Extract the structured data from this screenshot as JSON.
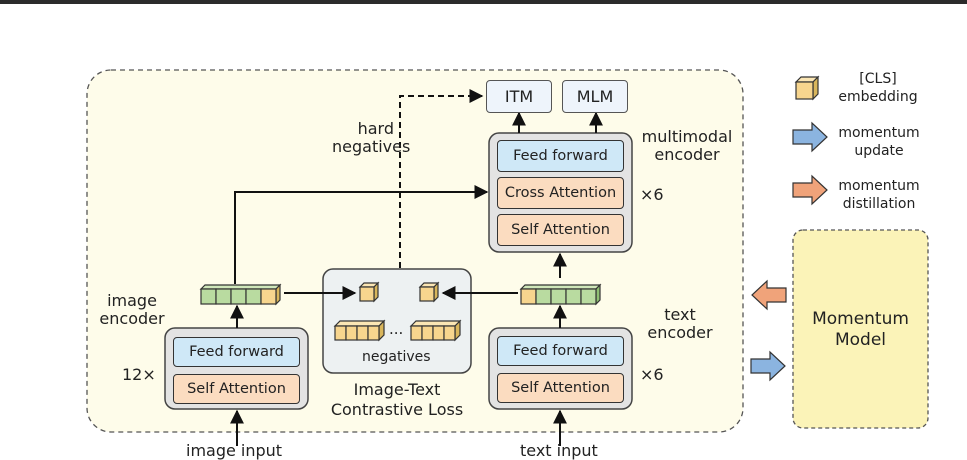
{
  "labels": {
    "itm": "ITM",
    "mlm": "MLM",
    "hard_negatives": "hard\nnegatives",
    "multimodal_encoder": "multimodal\nencoder",
    "multimodal_feed_forward": "Feed forward",
    "multimodal_cross_attention": "Cross Attention",
    "multimodal_self_attention": "Self Attention",
    "multimodal_repeat": "×6",
    "image_encoder": "image\nencoder",
    "image_repeat": "12×",
    "image_feed_forward": "Feed forward",
    "image_self_attention": "Self Attention",
    "image_input": "image input",
    "negatives": "negatives",
    "negatives_ellipsis": "...",
    "contrastive_loss": "Image-Text\nContrastive Loss",
    "text_encoder": "text\nencoder",
    "text_repeat": "×6",
    "text_feed_forward": "Feed forward",
    "text_self_attention": "Self Attention",
    "text_input": "text input",
    "momentum_model": "Momentum\nModel"
  },
  "legend": {
    "cls": "[CLS]\nembedding",
    "momentum_update": "momentum\nupdate",
    "momentum_distillation": "momentum\ndistillation"
  },
  "colors": {
    "feed_forward": "#cfe8f7",
    "attention": "#fbdcc0",
    "image_token": "#b9dba0",
    "cls_token": "#f7d58e",
    "main_panel": "#fefcea",
    "momentum_panel": "#fbf3b8",
    "update_arrow": "#8bb4e0",
    "distill_arrow": "#f0a37a"
  }
}
